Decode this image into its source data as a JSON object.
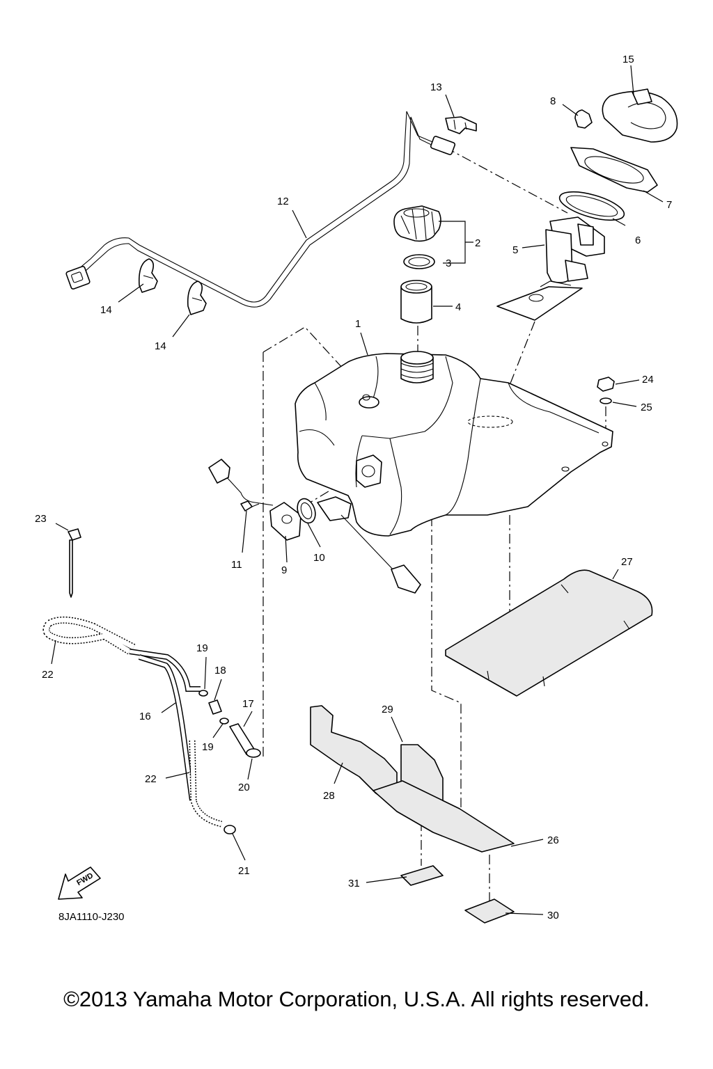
{
  "diagram": {
    "code": "8JA1110-J230",
    "direction_label": "FWD",
    "callouts": {
      "c1": "1",
      "c2": "2",
      "c3": "3",
      "c4": "4",
      "c5": "5",
      "c6": "6",
      "c7": "7",
      "c8": "8",
      "c9": "9",
      "c10": "10",
      "c11": "11",
      "c12": "12",
      "c13": "13",
      "c14a": "14",
      "c14b": "14",
      "c15": "15",
      "c16": "16",
      "c17": "17",
      "c18": "18",
      "c19a": "19",
      "c19b": "19",
      "c20": "20",
      "c21": "21",
      "c22a": "22",
      "c22b": "22",
      "c23": "23",
      "c24": "24",
      "c25": "25",
      "c26": "26",
      "c27": "27",
      "c28": "28",
      "c29": "29",
      "c30": "30",
      "c31": "31"
    }
  },
  "copyright": "©2013 Yamaha Motor Corporation, U.S.A. All rights reserved."
}
